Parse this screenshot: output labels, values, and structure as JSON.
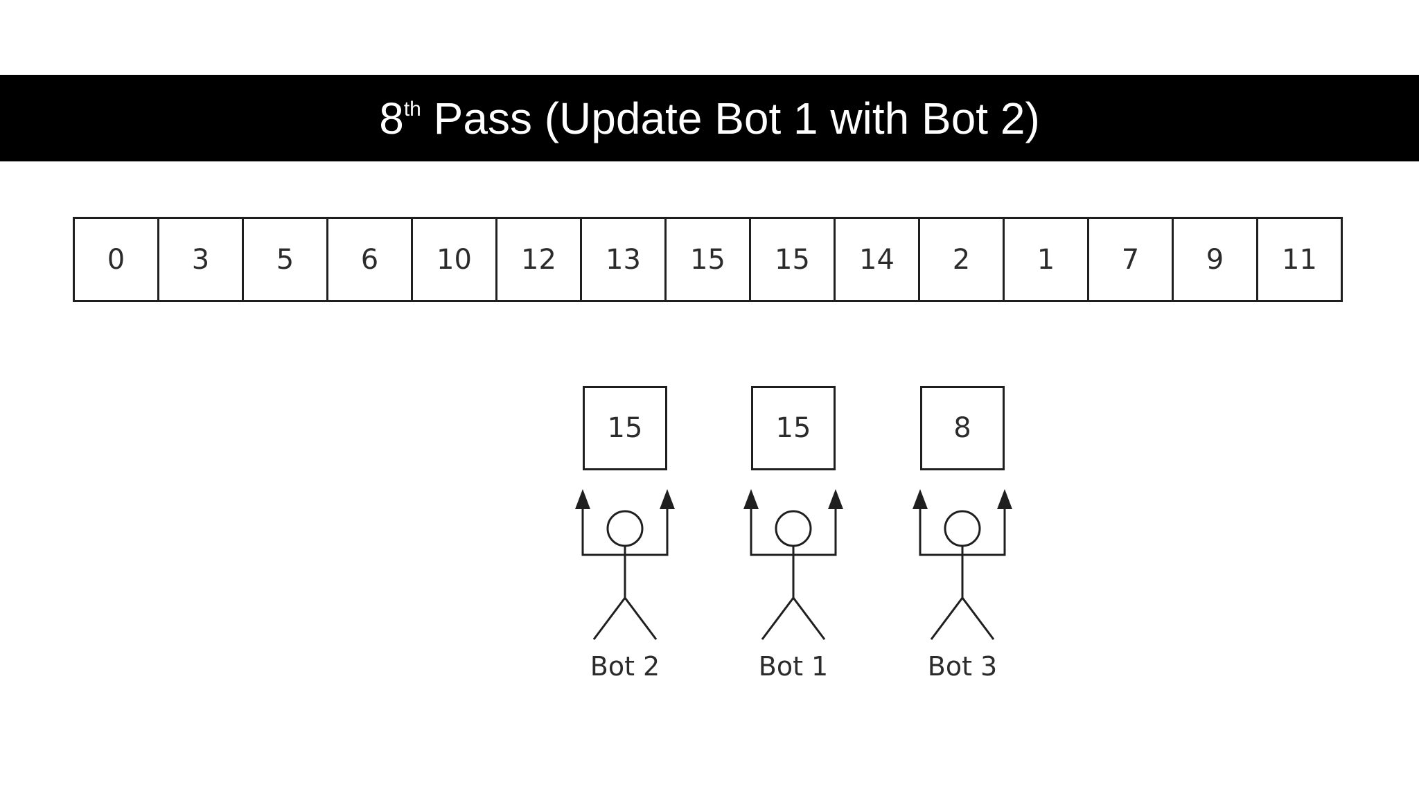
{
  "title": {
    "number": "8",
    "superscript": "th",
    "rest": " Pass (Update Bot 1 with Bot 2)"
  },
  "array": {
    "cells": [
      "0",
      "3",
      "5",
      "6",
      "10",
      "12",
      "13",
      "15",
      "15",
      "14",
      "2",
      "1",
      "7",
      "9",
      "11"
    ]
  },
  "bots": [
    {
      "label": "Bot 2",
      "value": "15"
    },
    {
      "label": "Bot 1",
      "value": "15"
    },
    {
      "label": "Bot 3",
      "value": "8"
    }
  ],
  "icons": {
    "up_arrow": "↑"
  },
  "colors": {
    "background": "#ffffff",
    "banner_bg": "#000000",
    "banner_text": "#ffffff",
    "line": "#1f1f1f",
    "text": "#2b2b2b"
  }
}
